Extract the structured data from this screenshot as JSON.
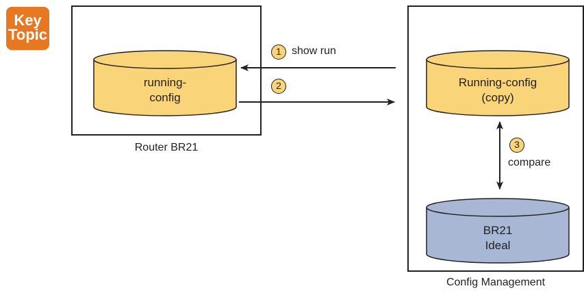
{
  "badge": {
    "line1": "Key",
    "line2": "Topic"
  },
  "router": {
    "caption": "Router BR21",
    "db_line1": "running-",
    "db_line2": "config"
  },
  "mgmt": {
    "caption": "Config Management",
    "copy_line1": "Running-config",
    "copy_line2": "(copy)",
    "ideal_line1": "BR21",
    "ideal_line2": "Ideal"
  },
  "steps": [
    {
      "number": "1",
      "label": "show run"
    },
    {
      "number": "2",
      "label": ""
    },
    {
      "number": "3",
      "label": "compare"
    }
  ],
  "colors": {
    "badge": "#e87722",
    "config_db": "#f9d479",
    "ideal_db": "#a8b8d4",
    "outline": "#231f20"
  }
}
